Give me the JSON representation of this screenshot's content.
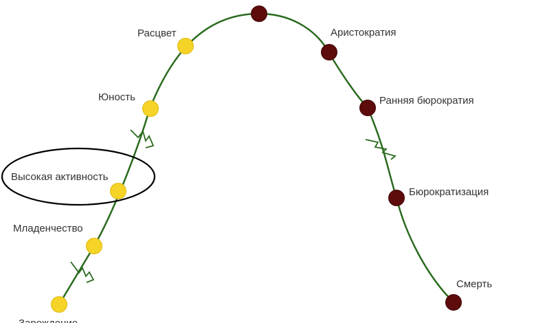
{
  "diagram": {
    "colors": {
      "curve": "#2a6a1e",
      "growth_dot": "#f5d327",
      "growth_dot_outline": "#e0b90f",
      "decline_dot": "#5e0b0b",
      "decline_dot_outline": "#3d0606",
      "highlight_ellipse": "#000000"
    },
    "growth_stages": [
      {
        "label": "Зарождение"
      },
      {
        "label": "Младенчество"
      },
      {
        "label": "Высокая активность"
      },
      {
        "label": "Юность"
      },
      {
        "label": "Расцвет"
      }
    ],
    "decline_stages": [
      {
        "label": ""
      },
      {
        "label": "Аристократия"
      },
      {
        "label": "Ранняя бюрократия"
      },
      {
        "label": "Бюрократизация"
      },
      {
        "label": "Смерть"
      }
    ],
    "highlighted_stage": "Высокая активность"
  }
}
